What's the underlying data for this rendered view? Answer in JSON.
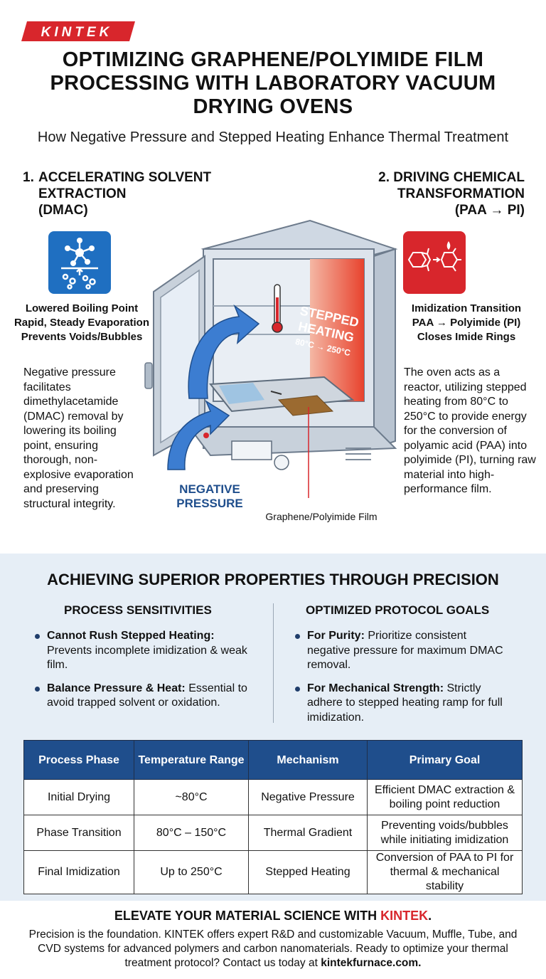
{
  "brand": {
    "name": "KINTEK",
    "color": "#d8262c"
  },
  "title": "OPTIMIZING GRAPHENE/POLYIMIDE FILM PROCESSING WITH LABORATORY VACUUM DRYING OVENS",
  "subtitle": "How Negative Pressure and Stepped Heating Enhance Thermal Treatment",
  "section1": {
    "number": "1.",
    "heading_lines": [
      "ACCELERATING SOLVENT",
      "EXTRACTION",
      "(DMAC)"
    ],
    "icon": "molecule-evaporation-icon",
    "highlights": [
      "Lowered Boiling Point",
      "Rapid, Steady Evaporation",
      "Prevents Voids/Bubbles"
    ],
    "description": "Negative pressure facilitates dimethylacetamide (DMAC) removal by lowering its boiling point, ensuring thorough, non-explosive evaporation and preserving structural integrity."
  },
  "section2": {
    "number": "2.",
    "heading_lines": [
      "2. DRIVING CHEMICAL",
      "TRANSFORMATION",
      "(PAA → PI)"
    ],
    "icon": "imidization-reaction-icon",
    "highlights": [
      "Imidization Transition",
      "PAA → Polyimide (PI)",
      "Closes Imide Rings"
    ],
    "description": "The oven acts as a reactor, utilizing stepped heating from 80°C to 250°C to provide energy for the conversion of polyamic acid (PAA) into polyimide (PI), turning raw material into high-performance film."
  },
  "oven": {
    "heating_label_lines": [
      "STEPPED",
      "HEATING",
      "80°C → 250°C"
    ],
    "pressure_label_lines": [
      "NEGATIVE",
      "PRESSURE"
    ],
    "film_label": "Graphene/Polyimide Film"
  },
  "precision": {
    "heading": "ACHIEVING SUPERIOR PROPERTIES THROUGH PRECISION",
    "left": {
      "heading": "PROCESS SENSITIVITIES",
      "items": [
        {
          "bold": "Cannot Rush Stepped Heating:",
          "text": " Prevents incomplete imidization & weak film."
        },
        {
          "bold": "Balance Pressure & Heat:",
          "text": " Essential to avoid trapped solvent or oxidation."
        }
      ]
    },
    "right": {
      "heading": "OPTIMIZED PROTOCOL GOALS",
      "items": [
        {
          "bold": "For Purity:",
          "text": " Prioritize consistent negative pressure for maximum DMAC removal."
        },
        {
          "bold": "For Mechanical Strength:",
          "text": " Strictly adhere to stepped heating ramp for full imidization."
        }
      ]
    }
  },
  "table": {
    "headers": [
      "Process Phase",
      "Temperature Range",
      "Mechanism",
      "Primary Goal"
    ],
    "rows": [
      [
        "Initial Drying",
        "~80°C",
        "Negative Pressure",
        "Efficient DMAC extraction & boiling point reduction"
      ],
      [
        "Phase Transition",
        "80°C – 150°C",
        "Thermal Gradient",
        "Preventing voids/bubbles while initiating imidization"
      ],
      [
        "Final Imidization",
        "Up to 250°C",
        "Stepped Heating",
        "Conversion of PAA to PI for thermal & mechanical stability"
      ]
    ]
  },
  "footer": {
    "heading_prefix": "ELEVATE YOUR MATERIAL SCIENCE WITH ",
    "heading_brand": "KINTEK",
    "heading_suffix": ".",
    "text_before_link": "Precision is the foundation. KINTEK offers expert R&D and customizable Vacuum, Muffle, Tube, and CVD systems for advanced polymers and carbon nanomaterials. Ready to optimize your thermal treatment protocol? Contact us today at ",
    "link": "kintekfurnace.com."
  }
}
